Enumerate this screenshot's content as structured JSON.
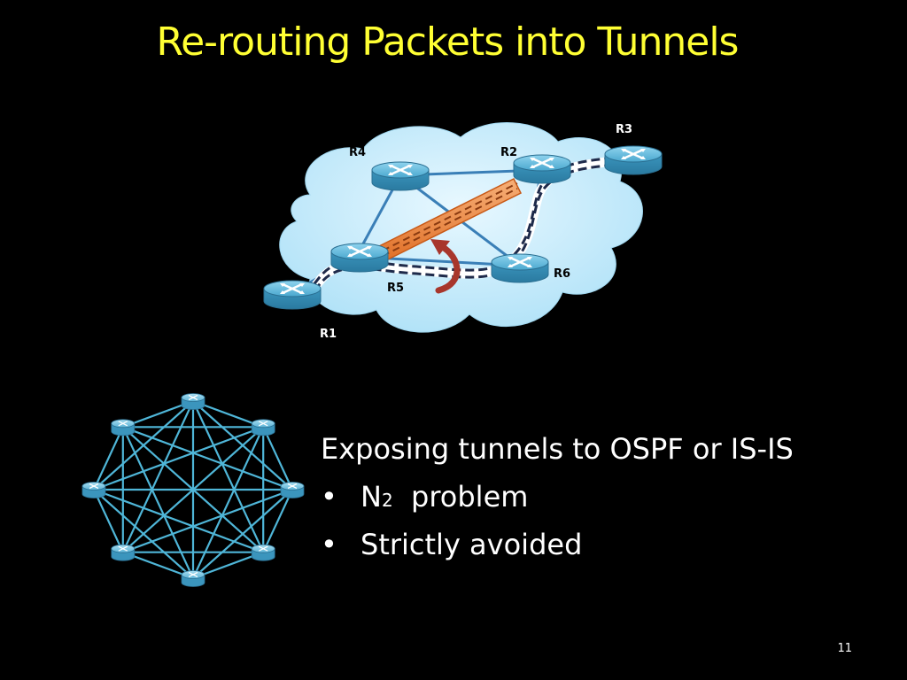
{
  "slide": {
    "title": "Re-routing Packets into Tunnels",
    "page_number": "11"
  },
  "diagram": {
    "routers": [
      "R1",
      "R2",
      "R3",
      "R4",
      "R5",
      "R6"
    ]
  },
  "text": {
    "heading": "Exposing tunnels to OSPF or IS-IS",
    "bullets": [
      {
        "marker": "•",
        "text_pre": "N",
        "superscript": "2",
        "text_post": "  problem"
      },
      {
        "marker": "•",
        "text": "Strictly avoided"
      }
    ]
  },
  "colors": {
    "title": "#ffff33",
    "background": "#000000",
    "cloud": "#c8ecfb",
    "router": "#4aa8cf",
    "tunnel": "#f08a3c",
    "reroute_arrow": "#a8362c",
    "mesh_line": "#4fb6d8"
  }
}
